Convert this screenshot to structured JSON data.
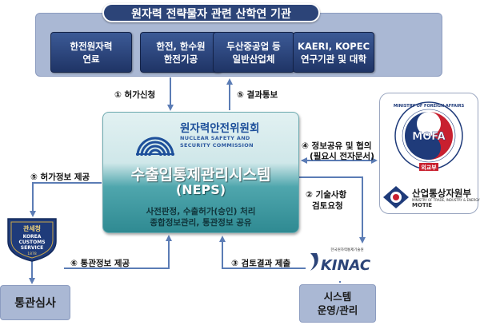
{
  "top_group": {
    "title": "원자력 전략물자 관련 산학연 기관",
    "orgs": [
      {
        "line1": "한전원자력",
        "line2": "연료"
      },
      {
        "line1": "한전, 한수원",
        "line2": "한전기공"
      },
      {
        "line1": "두산중공업 등",
        "line2": "일반산업체"
      },
      {
        "line1": "KAERI, KOPEC",
        "line2": "연구기관 및 대학"
      }
    ]
  },
  "flows": {
    "f1": "① 허가신청",
    "f5_result": "⑤ 결과통보",
    "f4_line1": "④ 정보공유 및 협의",
    "f4_line2": "(필요시 전자문서)",
    "f2_line1": "② 기술사항",
    "f2_line2": "검토요청",
    "f5_permit": "⑤ 허가정보 제공",
    "f6": "⑥ 통관정보 제공",
    "f3": "③ 검토결과 제출"
  },
  "nssc": {
    "name_ko": "원자력안전위원회",
    "name_en_line1": "NUCLEAR SAFETY AND",
    "name_en_line2": "SECURITY COMMISSION"
  },
  "neps": {
    "title": "수출입통제관리시스템",
    "subtitle": "(NEPS)",
    "desc_line1": "사전판정, 수출허가(승인) 처리",
    "desc_line2": "종합정보관리, 통관정보 공유"
  },
  "customs": {
    "name_ko": "관세청",
    "line1": "KOREA",
    "line2": "CUSTOMS",
    "line3": "SERVICE",
    "year": "1878"
  },
  "mofa": {
    "ring_text": "MINISTRY OF FOREIGN AFFAIRS",
    "abbr": "MOFA",
    "ko": "외교부"
  },
  "motie": {
    "name": "산업통상자원부",
    "small": "MINISTRY OF TRADE, INDUSTRY & ENERGY",
    "abbr": "MOTIE"
  },
  "kinac": {
    "small": "한국원자력통제기술원",
    "logo": "KINAC"
  },
  "bottom": {
    "left": "통관심사",
    "right_line1": "시스템",
    "right_line2": "운영/관리"
  },
  "colors": {
    "navy": "#2c4478",
    "lightblue": "#aab8d4",
    "teal": "#2f8a92",
    "arrow": "#5b7cb5"
  }
}
